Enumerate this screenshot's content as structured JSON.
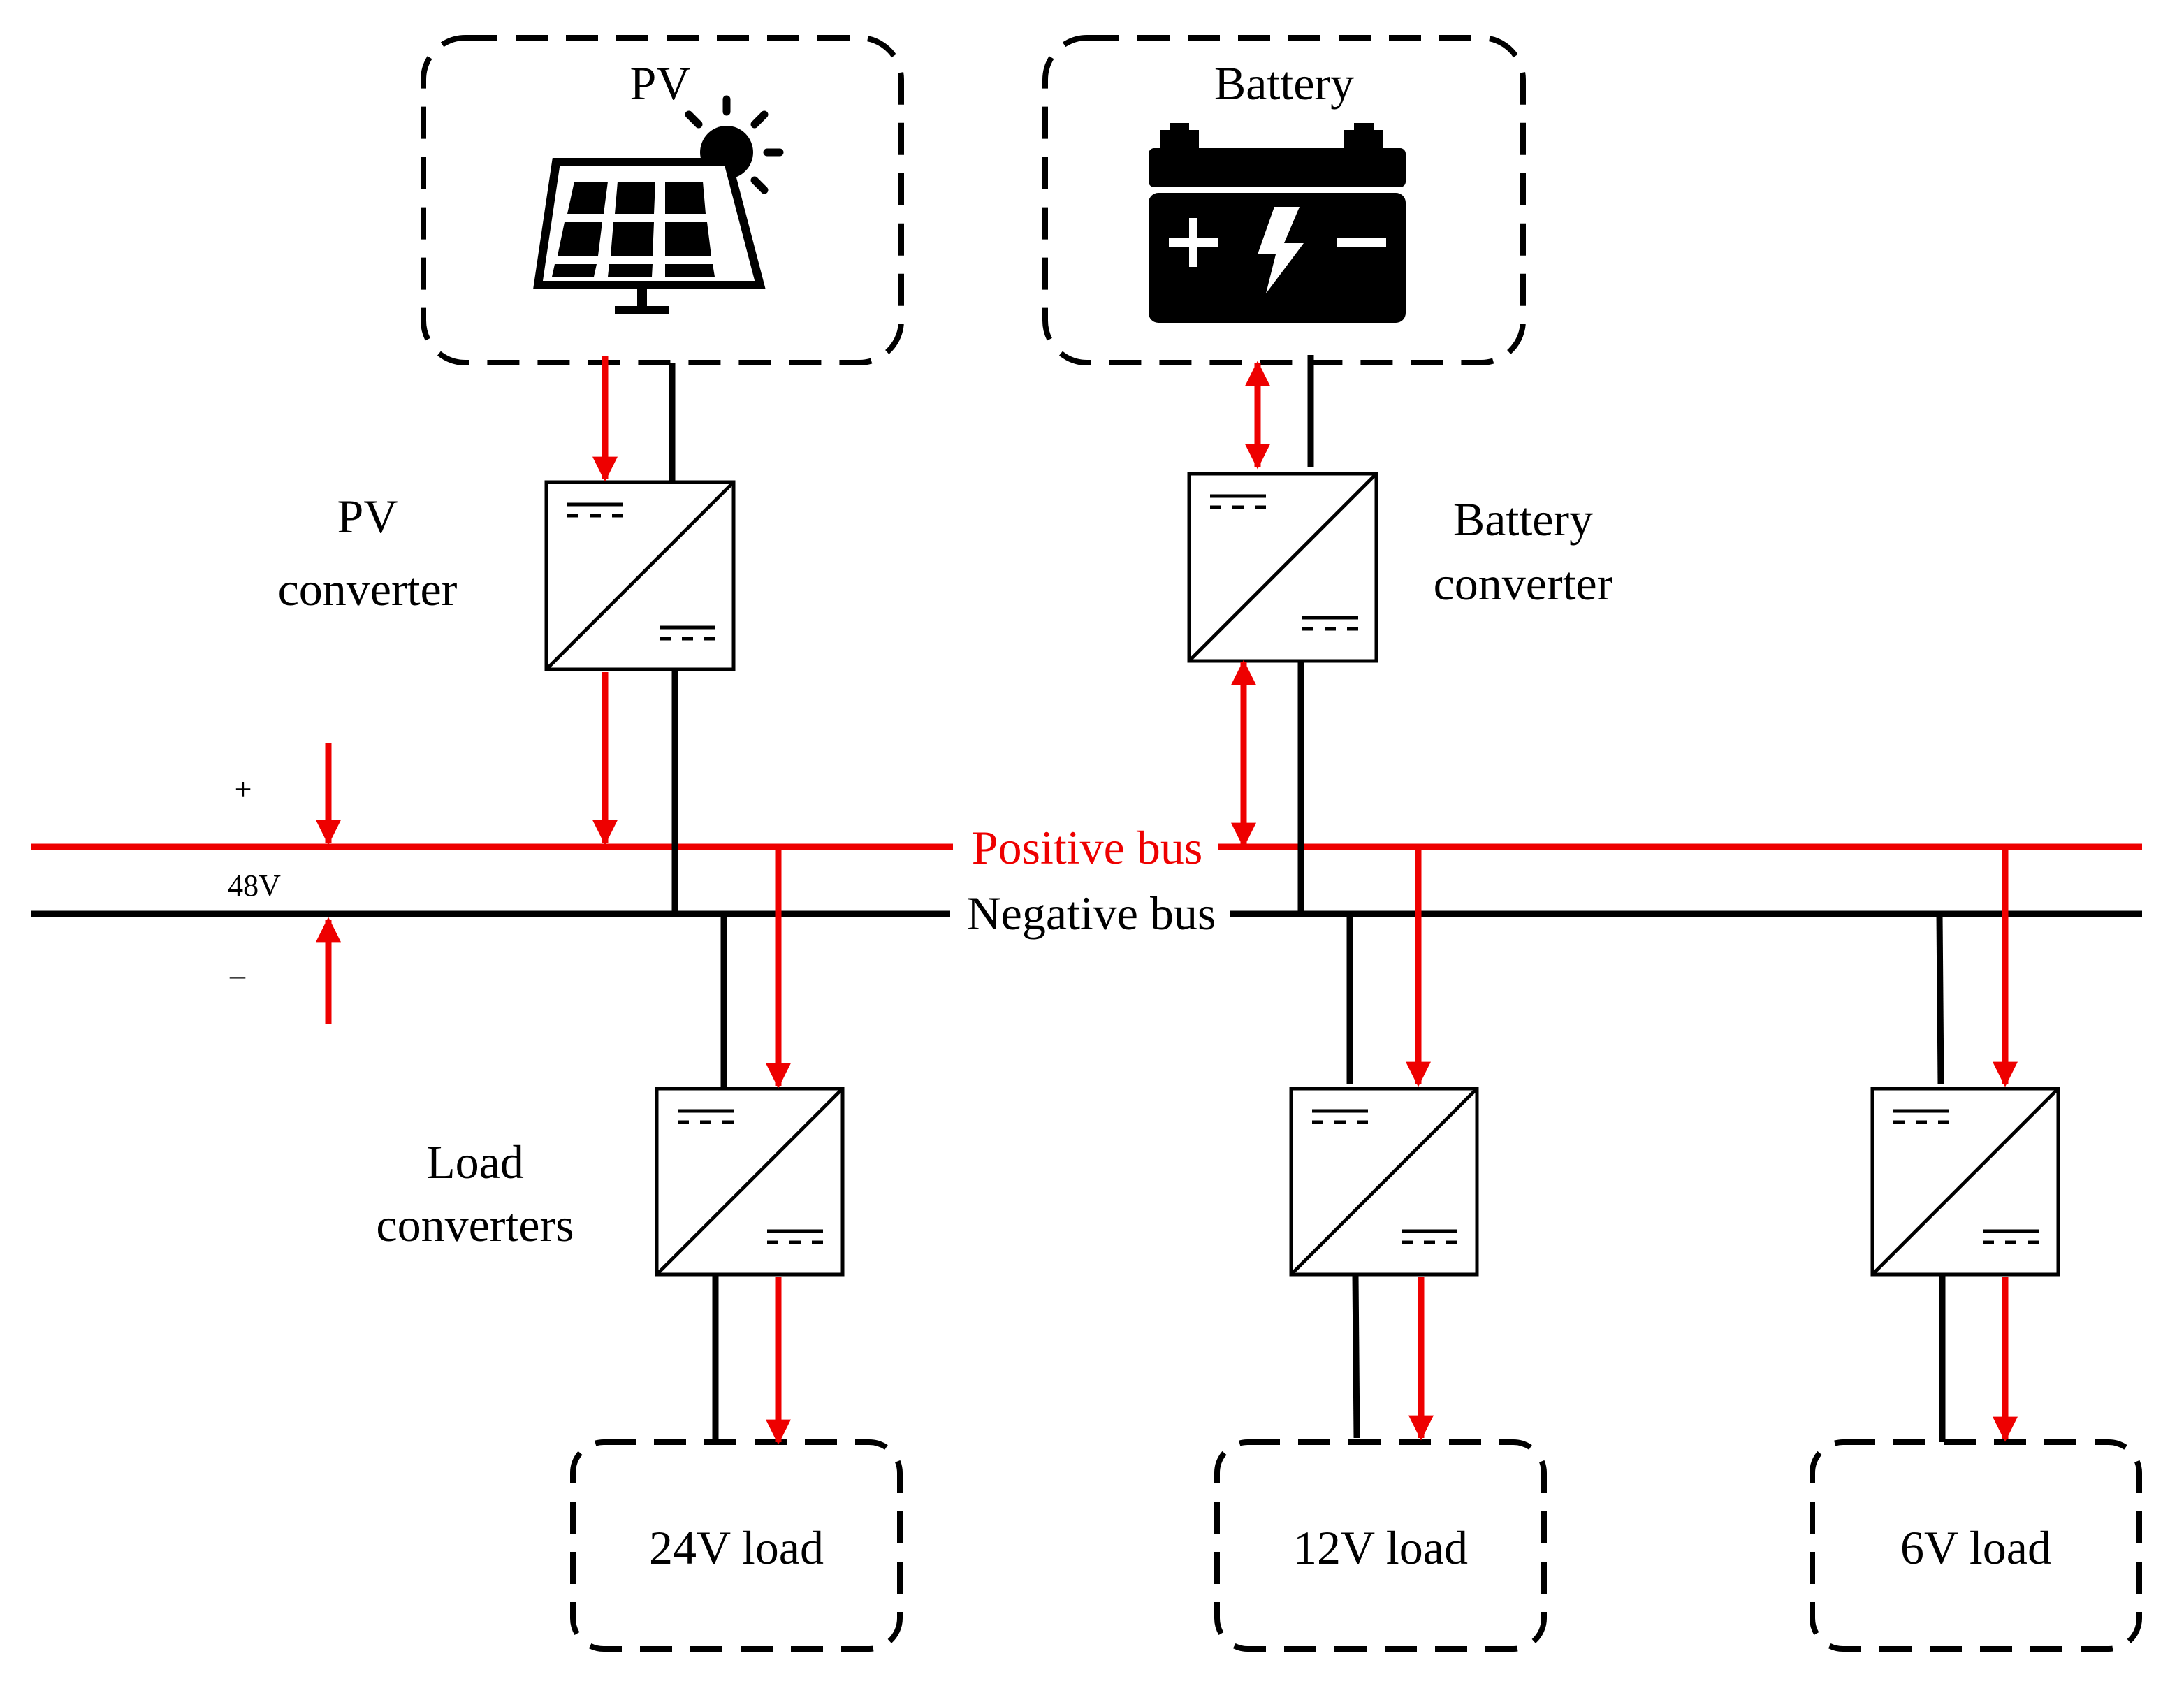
{
  "colors": {
    "positive_bus": "#ee0000",
    "negative_bus": "#000000",
    "power_flow_arrow": "#ee0000",
    "wire": "#000000",
    "background": "#ffffff"
  },
  "icons": {
    "pv": "solar-panel-with-sun-icon",
    "battery": "battery-plus-bolt-minus-icon",
    "converter": "dc-dc-converter-symbol"
  },
  "sources": {
    "pv_label": "PV",
    "battery_label": "Battery"
  },
  "converters": {
    "pv_line1": "PV",
    "pv_line2": "converter",
    "battery_line1": "Battery",
    "battery_line2": "converter",
    "load_line1": "Load",
    "load_line2": "converters"
  },
  "bus": {
    "positive_label": "Positive bus",
    "negative_label": "Negative bus",
    "voltage_label": "48V",
    "plus_sign": "+",
    "minus_sign": "–"
  },
  "loads": [
    {
      "label": "24V load"
    },
    {
      "label": "12V load"
    },
    {
      "label": "6V load"
    }
  ]
}
